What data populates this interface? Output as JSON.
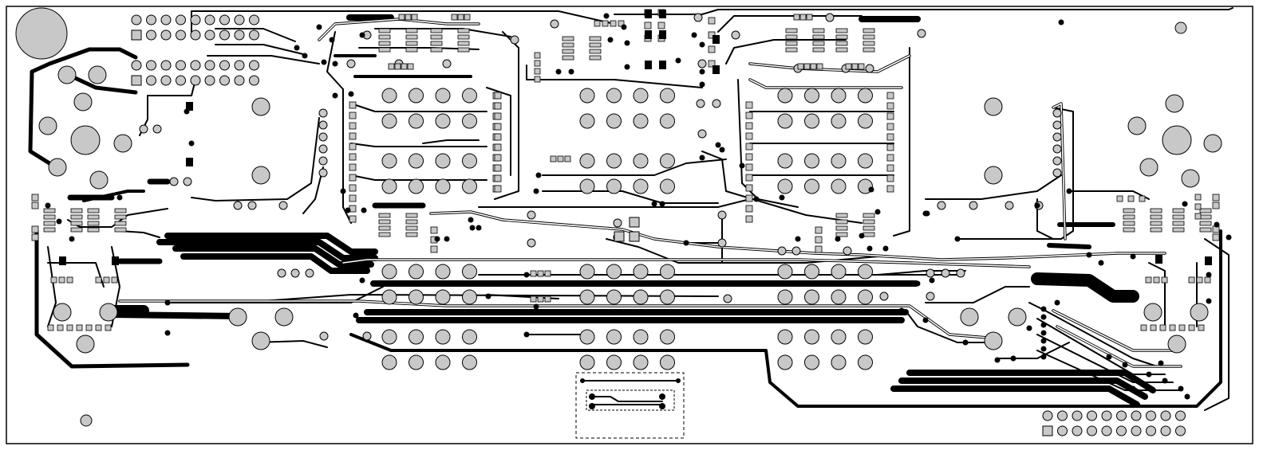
{
  "board": {
    "background": "#ffffff",
    "copper_color": "#000000",
    "pad_color": "#c8c8c8",
    "layer": "bottom copper",
    "outline_style": "solid",
    "keepout_style": "dashed"
  }
}
